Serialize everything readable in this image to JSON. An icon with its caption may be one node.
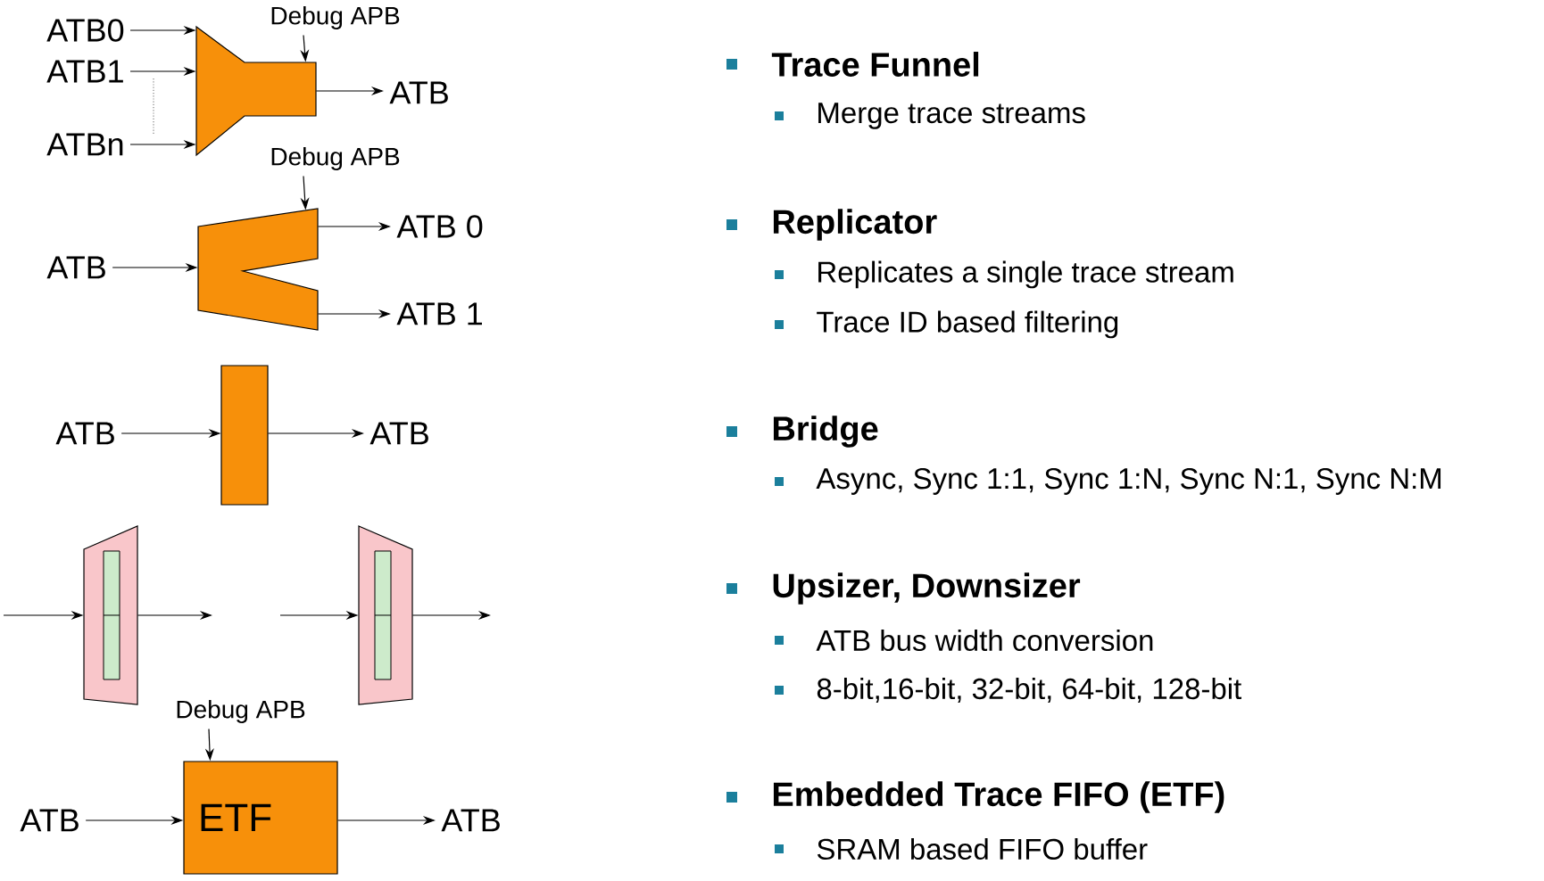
{
  "diagram": {
    "nodes": [
      {
        "text": [
          "ATB0"
        ]
      },
      {
        "text": [
          "ATB1"
        ]
      },
      {
        "text": [
          "ATBn"
        ]
      },
      {
        "text": [],
        "shape": "funnel"
      },
      {
        "text": [
          "Debug APB"
        ]
      },
      {
        "text": [
          "ATB"
        ]
      },
      {
        "text": [
          "Debug APB"
        ]
      },
      {
        "text": [
          "ATB"
        ]
      },
      {
        "text": [],
        "shape": "polygon"
      },
      {
        "text": [
          "ATB 0"
        ]
      },
      {
        "text": [
          "ATB 1"
        ]
      },
      {
        "text": [
          "ATB"
        ]
      },
      {
        "text": [],
        "shape": "bar"
      },
      {
        "text": [
          "ATB"
        ]
      },
      {
        "text": [],
        "shape": "trapezoid"
      },
      {
        "text": [],
        "shape": "trapezoid"
      },
      {
        "text": [
          "Debug APB"
        ]
      },
      {
        "text": [
          "ATB"
        ]
      },
      {
        "text": [
          "ETF"
        ]
      },
      {
        "text": [
          "ATB"
        ]
      }
    ],
    "edges": [
      {
        "from": 0,
        "to": 3,
        "arrow": "to"
      },
      {
        "from": 1,
        "to": 3,
        "arrow": "to"
      },
      {
        "from": 2,
        "to": 3,
        "arrow": "to"
      },
      {
        "from": 4,
        "to": 3,
        "arrow": "to"
      },
      {
        "from": 3,
        "to": 5,
        "arrow": "to"
      },
      {
        "from": 6,
        "to": 8,
        "arrow": "to"
      },
      {
        "from": 7,
        "to": 8,
        "arrow": "to"
      },
      {
        "from": 8,
        "to": 9,
        "arrow": "to"
      },
      {
        "from": 8,
        "to": 10,
        "arrow": "to"
      },
      {
        "from": 11,
        "to": 12,
        "arrow": "to"
      },
      {
        "from": 12,
        "to": 13,
        "arrow": "to"
      },
      {
        "from": null,
        "to": 14,
        "arrow": "to"
      },
      {
        "from": 14,
        "to": null,
        "arrow": "to"
      },
      {
        "from": null,
        "to": 15,
        "arrow": "to"
      },
      {
        "from": 15,
        "to": null,
        "arrow": "to"
      },
      {
        "from": 16,
        "to": 18,
        "arrow": "to"
      },
      {
        "from": 17,
        "to": 18,
        "arrow": "to"
      },
      {
        "from": 18,
        "to": 19,
        "arrow": "to"
      }
    ],
    "labels": [
      "Trace Funnel",
      "Merge trace streams",
      "Replicator",
      "Replicates a single trace stream",
      "Trace ID based filtering",
      "Bridge",
      "Async, Sync 1:1, Sync 1:N, Sync N:1, Sync N:M",
      "Upsizer, Downsizer",
      "ATB bus width conversion",
      "8-bit,16-bit, 32-bit, 64-bit, 128-bit",
      "Embedded Trace FIFO (ETF)",
      "SRAM based FIFO buffer"
    ]
  }
}
